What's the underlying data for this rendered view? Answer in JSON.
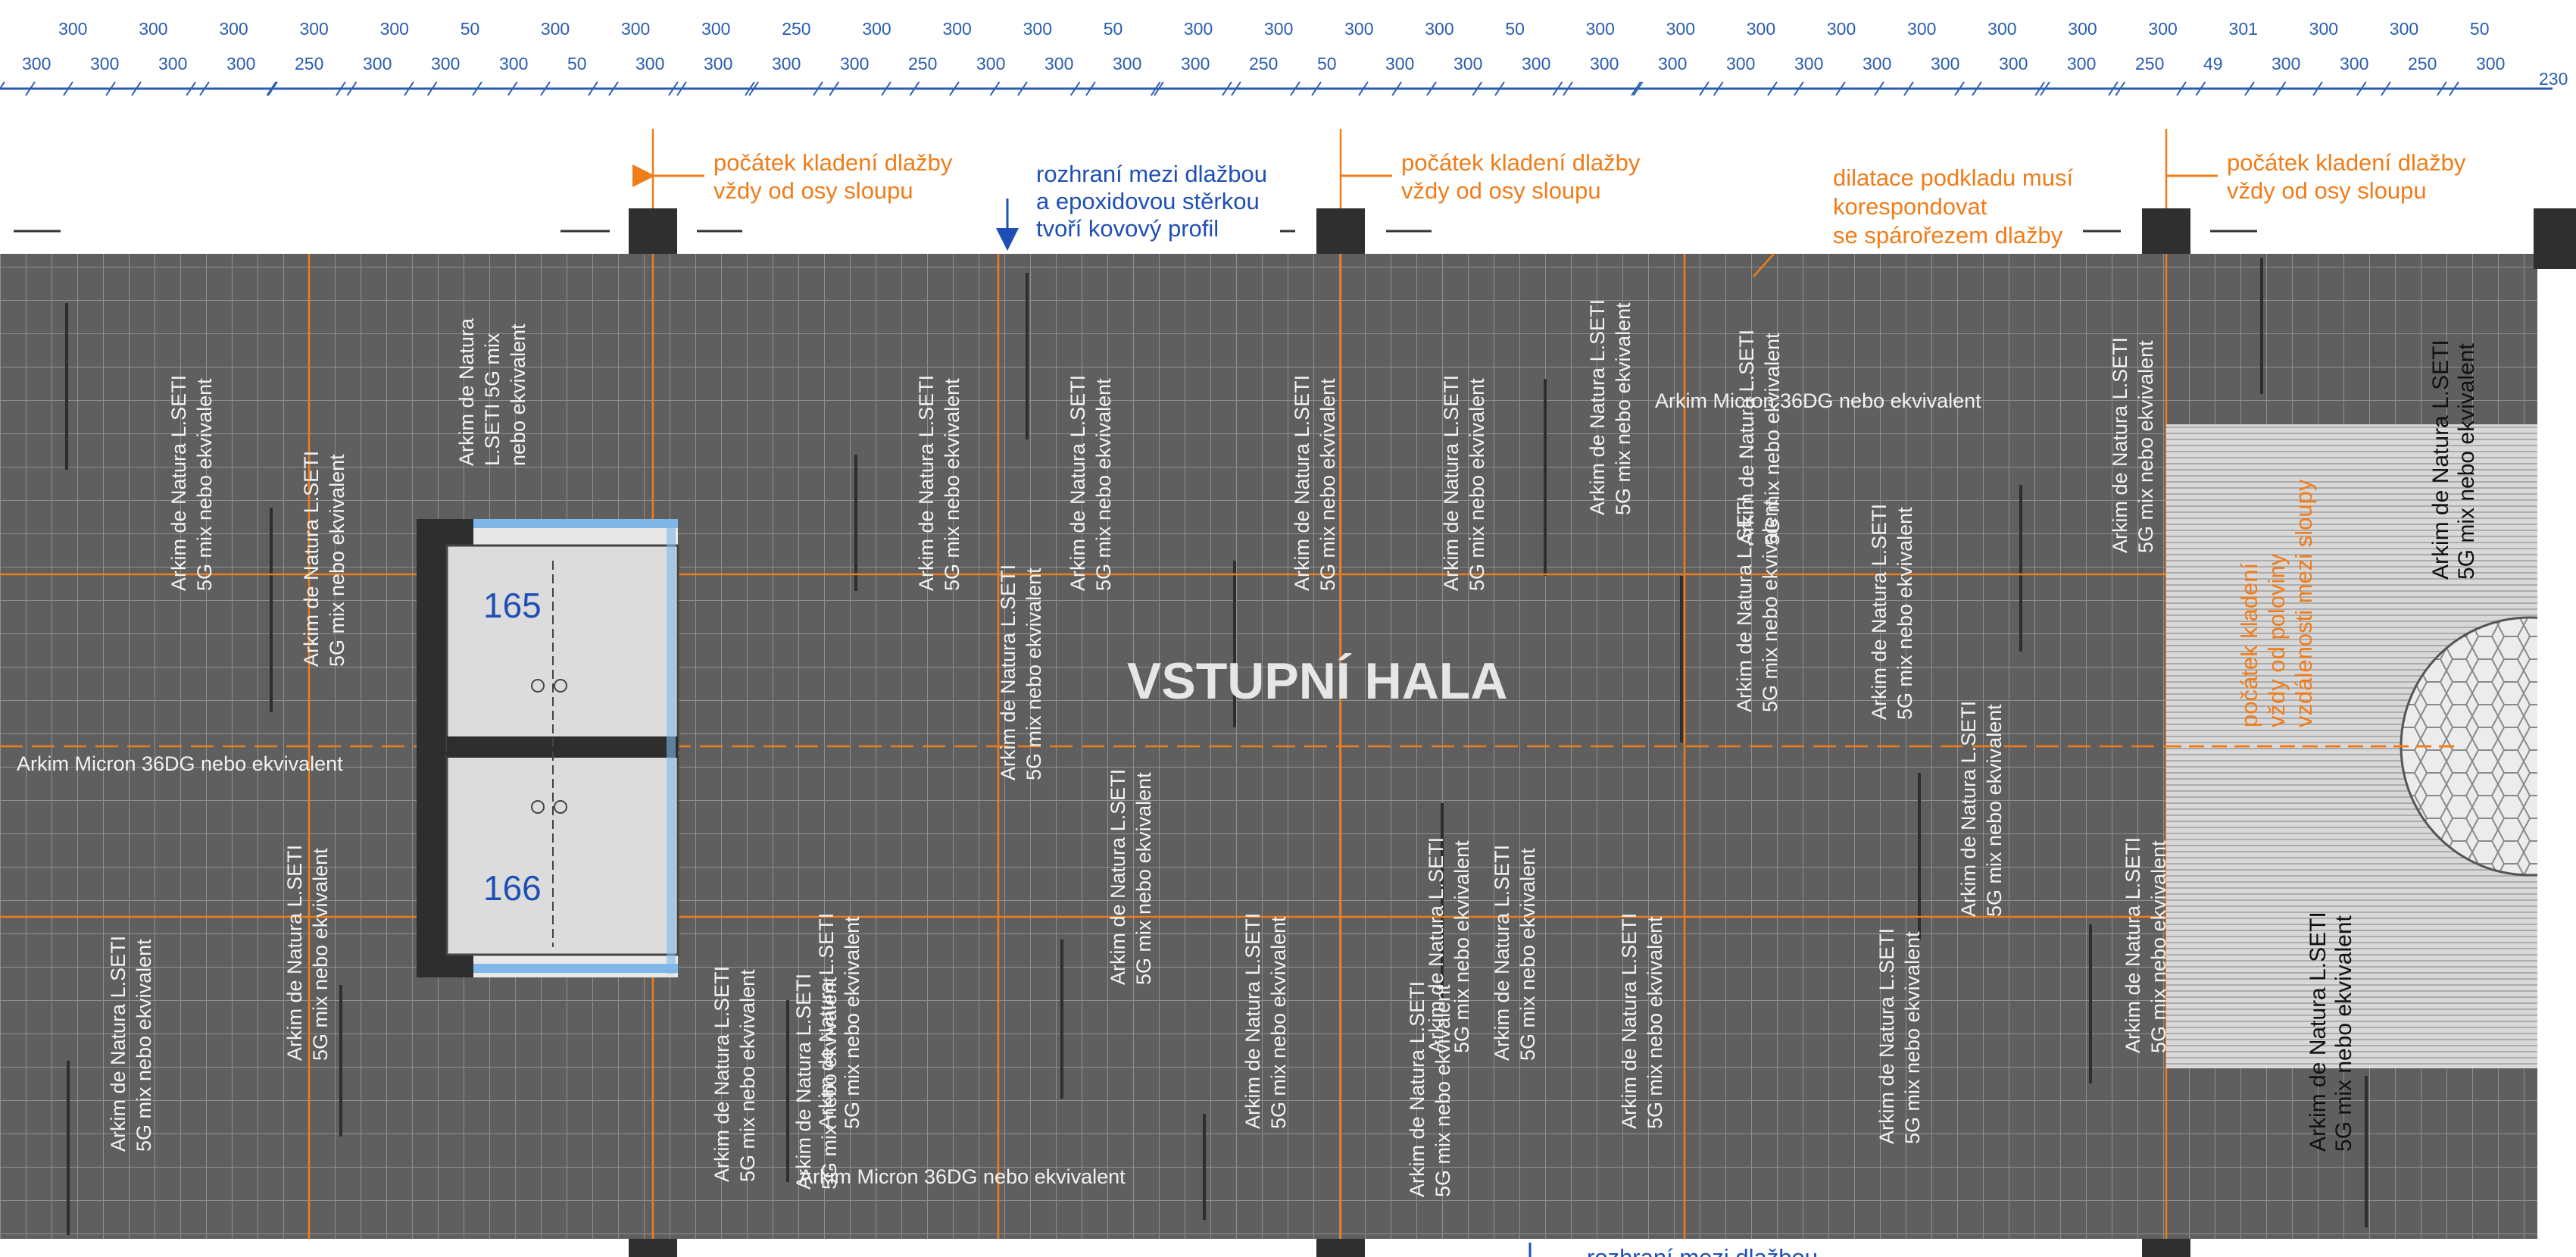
{
  "dimension_chain": {
    "top_row": [
      "300",
      "300",
      "300",
      "300",
      "300",
      "50",
      "300",
      "300",
      "300",
      "250",
      "300",
      "300",
      "300",
      "50",
      "300",
      "300",
      "300",
      "300",
      "50",
      "300",
      "300",
      "300",
      "300",
      "300",
      "300",
      "300",
      "300",
      "301",
      "300",
      "300",
      "50"
    ],
    "bottom_row": [
      "300",
      "300",
      "300",
      "300",
      "250",
      "300",
      "300",
      "300",
      "50",
      "300",
      "300",
      "300",
      "300",
      "250",
      "300",
      "300",
      "300",
      "300",
      "250",
      "50",
      "300",
      "300",
      "300",
      "300",
      "300",
      "300",
      "300",
      "300",
      "300",
      "300",
      "300",
      "250",
      "49",
      "300",
      "300",
      "250",
      "300"
    ],
    "end_value": "230"
  },
  "annotations": {
    "tile_start_1": {
      "line1": "počátek kladení dlažby",
      "line2": "vždy od osy sloupu"
    },
    "tile_start_2": {
      "line1": "počátek kladení dlažby",
      "line2": "vždy od osy sloupu"
    },
    "tile_start_3": {
      "line1": "počátek kladení dlažby",
      "line2": "vždy od osy sloupu"
    },
    "interface_profile": {
      "line1": "rozhraní mezi dlažbou",
      "line2": "a epoxidovou stěrkou",
      "line3": "tvoří kovový profil"
    },
    "dilatation": {
      "line1": "dilatace podkladu musí",
      "line2": "korespondovat",
      "line3": "se spárořezem dlažby"
    },
    "bottom_cut": "rozhraní mezi dlažbou",
    "laying_half": {
      "line1": "počátek kladení",
      "line2": "vždy od poloviny",
      "line3": "vzdálenosti mezi sloupy"
    }
  },
  "room": {
    "name": "VSTUPNÍ HALA"
  },
  "elevators": {
    "upper": "165",
    "lower": "166"
  },
  "materials": {
    "seti_line1": "Arkim de Natura L.SETI",
    "seti_line2": "5G mix nebo ekvivalent",
    "seti_alt1": "Arkim de Natura",
    "seti_alt2": "L.SETI 5G mix",
    "seti_alt3": "nebo ekvivalent",
    "micron": "Arkim Micron 36DG nebo ekvivalent"
  },
  "colors": {
    "floor": "#5e5e5e",
    "grid": "#9a9a9a",
    "axis": "#ef7d1a",
    "dimension": "#2a5db0",
    "column": "#2f2f2f",
    "epoxy": "#cfcfcf"
  }
}
